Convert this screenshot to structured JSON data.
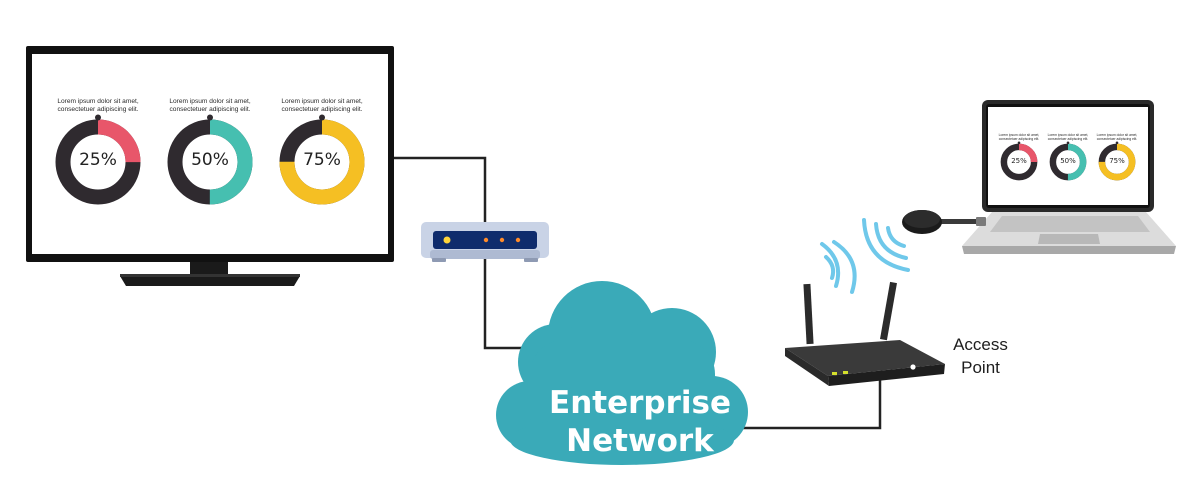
{
  "tv": {
    "panels": [
      {
        "caption_line1": "Lorem ipsum dolor sit amet,",
        "caption_line2": "consectetuer adipiscing elit.",
        "value_label": "25%",
        "fraction": 0.25,
        "fill_color": "#e8566a"
      },
      {
        "caption_line1": "Lorem ipsum dolor sit amet,",
        "caption_line2": "consectetuer adipiscing elit.",
        "value_label": "50%",
        "fraction": 0.5,
        "fill_color": "#46bfb0"
      },
      {
        "caption_line1": "Lorem ipsum dolor sit amet,",
        "caption_line2": "consectetuer adipiscing elit.",
        "value_label": "75%",
        "fraction": 0.75,
        "fill_color": "#f5bf23"
      }
    ]
  },
  "laptop": {
    "panels": [
      {
        "caption_line1": "Lorem ipsum dolor sit amet,",
        "caption_line2": "consectetuer adipiscing elit.",
        "value_label": "25%",
        "fraction": 0.25,
        "fill_color": "#e8566a"
      },
      {
        "caption_line1": "Lorem ipsum dolor sit amet,",
        "caption_line2": "consectetuer adipiscing elit.",
        "value_label": "50%",
        "fraction": 0.5,
        "fill_color": "#46bfb0"
      },
      {
        "caption_line1": "Lorem ipsum dolor sit amet,",
        "caption_line2": "consectetuer adipiscing elit.",
        "value_label": "75%",
        "fraction": 0.75,
        "fill_color": "#f5bf23"
      }
    ]
  },
  "cloud": {
    "line1": "Enterprise",
    "line2": "Network",
    "color": "#3aaab8"
  },
  "access_point": {
    "line1": "Access",
    "line2": "Point"
  },
  "colors": {
    "ring_track": "#2f2a2f",
    "wifi": "#6fc8ea",
    "device_dark": "#1c1c1c",
    "cable": "#222222"
  }
}
